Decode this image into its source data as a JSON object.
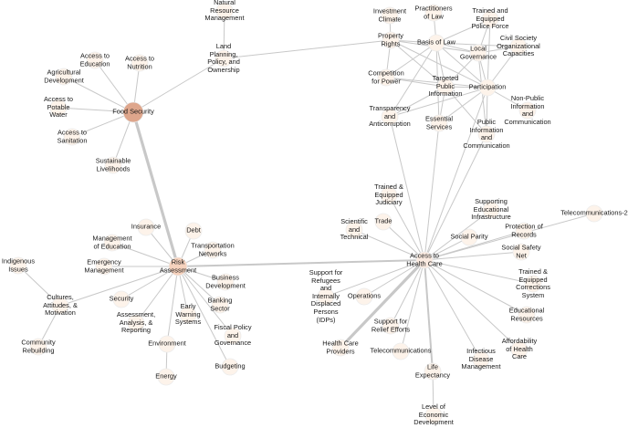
{
  "colors": {
    "edge": "#c8c8c8",
    "node_fill": "#fdf3ea",
    "node_stroke": "#ececec",
    "hub_fill": "#f6d2bd",
    "food_fill": "#dea68c",
    "health_fill": "#faeae0"
  },
  "nodes": [
    {
      "id": "natural_resource",
      "label": "Natural\nResource\nManagement"
    },
    {
      "id": "land_planning",
      "label": "Land\nPlanning,\nPolicy, and\nOwnership"
    },
    {
      "id": "access_education",
      "label": "Access to\nEducation"
    },
    {
      "id": "access_nutrition",
      "label": "Access to\nNutrition"
    },
    {
      "id": "agricultural_dev",
      "label": "Agricultural\nDevelopment"
    },
    {
      "id": "potable_water",
      "label": "Access to\nPotable\nWater"
    },
    {
      "id": "food_security",
      "label": "Food Security"
    },
    {
      "id": "access_sanitation",
      "label": "Access to\nSanitation"
    },
    {
      "id": "sustainable_livelihoods",
      "label": "Sustainable\nLivelihoods"
    },
    {
      "id": "investment_climate",
      "label": "Investment\nClimate"
    },
    {
      "id": "practitioners_law",
      "label": "Practitioners\nof Law"
    },
    {
      "id": "trained_police",
      "label": "Trained and\nEquipped\nPolice Force"
    },
    {
      "id": "property_rights",
      "label": "Property\nRights"
    },
    {
      "id": "basis_law",
      "label": "Basis of Law"
    },
    {
      "id": "civil_society",
      "label": "Civil Society\nOrganizational\nCapacities"
    },
    {
      "id": "local_governance",
      "label": "Local\nGovernance"
    },
    {
      "id": "competition_power",
      "label": "Competition\nfor Power"
    },
    {
      "id": "targeted_public",
      "label": "Targeted\nPublic\nInformation"
    },
    {
      "id": "participation",
      "label": "Participation"
    },
    {
      "id": "non_public_info",
      "label": "Non-Public\nInformation\nand\nCommunication"
    },
    {
      "id": "transparency",
      "label": "Transparency\nand\nAnticorruption"
    },
    {
      "id": "essential_services",
      "label": "Essential\nServices"
    },
    {
      "id": "public_info",
      "label": "Public\nInformation\nand\nCommunication"
    },
    {
      "id": "trained_judiciary",
      "label": "Trained &\nEquipped\nJudiciary"
    },
    {
      "id": "supporting_edu",
      "label": "Supporting\nEducational\nInfrastructure"
    },
    {
      "id": "telecom2",
      "label": "Telecommunications-2"
    },
    {
      "id": "scientific_technical",
      "label": "Scientific\nand\nTechnical"
    },
    {
      "id": "trade",
      "label": "Trade"
    },
    {
      "id": "protection_records",
      "label": "Protection of\nRecords"
    },
    {
      "id": "insurance",
      "label": "Insurance"
    },
    {
      "id": "debt",
      "label": "Debt"
    },
    {
      "id": "social_parity",
      "label": "Social Parity"
    },
    {
      "id": "management_education",
      "label": "Management\nof Education"
    },
    {
      "id": "transportation",
      "label": "Transportation\nNetworks"
    },
    {
      "id": "access_health",
      "label": "Access to\nHealth Care"
    },
    {
      "id": "social_safety",
      "label": "Social Safety\nNet"
    },
    {
      "id": "indigenous",
      "label": "Indigenous\nIssues"
    },
    {
      "id": "emergency_mgmt",
      "label": "Emergency\nManagement"
    },
    {
      "id": "risk_assessment",
      "label": "Risk\nAssessment"
    },
    {
      "id": "business_dev",
      "label": "Business\nDevelopment"
    },
    {
      "id": "support_refugees",
      "label": "Support for\nRefugees\nand\nInternally\nDisplaced\nPersons\n(IDPs)"
    },
    {
      "id": "trained_corrections",
      "label": "Trained &\nEquipped\nCorrections\nSystem"
    },
    {
      "id": "security",
      "label": "Security"
    },
    {
      "id": "cultures",
      "label": "Cultures,\nAttitudes, &\nMotivation"
    },
    {
      "id": "banking",
      "label": "Banking\nSector"
    },
    {
      "id": "operations",
      "label": "Operations"
    },
    {
      "id": "early_warning",
      "label": "Early\nWarning\nSystems"
    },
    {
      "id": "assessment_analysis",
      "label": "Assessment,\nAnalysis, &\nReporting"
    },
    {
      "id": "educational_resources",
      "label": "Educational\nResources"
    },
    {
      "id": "support_relief",
      "label": "Support for\nRelief Efforts"
    },
    {
      "id": "fiscal_policy",
      "label": "Fiscal Policy\nand\nGovernance"
    },
    {
      "id": "community_rebuilding",
      "label": "Community\nRebuilding"
    },
    {
      "id": "environment",
      "label": "Environment"
    },
    {
      "id": "health_care_providers",
      "label": "Health Care\nProviders"
    },
    {
      "id": "affordability",
      "label": "Affordability\nof Health\nCare"
    },
    {
      "id": "telecommunications",
      "label": "Telecommunications"
    },
    {
      "id": "infectious_disease",
      "label": "Infectious\nDisease\nManagement"
    },
    {
      "id": "budgeting",
      "label": "Budgeting"
    },
    {
      "id": "life_expectancy",
      "label": "Life\nExpectancy"
    },
    {
      "id": "energy",
      "label": "Energy"
    },
    {
      "id": "level_economic",
      "label": "Level of\nEconomic\nDevelopment"
    }
  ],
  "edges": [
    {
      "source": "food_security",
      "target": "access_education",
      "weight": 1
    },
    {
      "source": "food_security",
      "target": "access_nutrition",
      "weight": 1
    },
    {
      "source": "food_security",
      "target": "agricultural_dev",
      "weight": 1
    },
    {
      "source": "food_security",
      "target": "potable_water",
      "weight": 1
    },
    {
      "source": "food_security",
      "target": "access_sanitation",
      "weight": 1
    },
    {
      "source": "food_security",
      "target": "sustainable_livelihoods",
      "weight": 1
    },
    {
      "source": "food_security",
      "target": "land_planning",
      "weight": 1
    },
    {
      "source": "food_security",
      "target": "risk_assessment",
      "weight": 3
    },
    {
      "source": "land_planning",
      "target": "natural_resource",
      "weight": 1
    },
    {
      "source": "land_planning",
      "target": "property_rights",
      "weight": 1
    },
    {
      "source": "property_rights",
      "target": "investment_climate",
      "weight": 1
    },
    {
      "source": "property_rights",
      "target": "basis_law",
      "weight": 1
    },
    {
      "source": "property_rights",
      "target": "competition_power",
      "weight": 1
    },
    {
      "source": "property_rights",
      "target": "participation",
      "weight": 1
    },
    {
      "source": "property_rights",
      "target": "targeted_public",
      "weight": 1
    },
    {
      "source": "property_rights",
      "target": "local_governance",
      "weight": 1
    },
    {
      "source": "basis_law",
      "target": "practitioners_law",
      "weight": 1
    },
    {
      "source": "basis_law",
      "target": "trained_police",
      "weight": 1
    },
    {
      "source": "basis_law",
      "target": "local_governance",
      "weight": 1
    },
    {
      "source": "basis_law",
      "target": "civil_society",
      "weight": 1
    },
    {
      "source": "basis_law",
      "target": "participation",
      "weight": 1
    },
    {
      "source": "basis_law",
      "target": "targeted_public",
      "weight": 1
    },
    {
      "source": "basis_law",
      "target": "competition_power",
      "weight": 1
    },
    {
      "source": "basis_law",
      "target": "transparency",
      "weight": 1
    },
    {
      "source": "basis_law",
      "target": "essential_services",
      "weight": 1
    },
    {
      "source": "local_governance",
      "target": "participation",
      "weight": 1
    },
    {
      "source": "local_governance",
      "target": "civil_society",
      "weight": 1
    },
    {
      "source": "local_governance",
      "target": "targeted_public",
      "weight": 1
    },
    {
      "source": "local_governance",
      "target": "trained_police",
      "weight": 1
    },
    {
      "source": "local_governance",
      "target": "public_info",
      "weight": 1
    },
    {
      "source": "participation",
      "target": "civil_society",
      "weight": 1
    },
    {
      "source": "participation",
      "target": "non_public_info",
      "weight": 1
    },
    {
      "source": "participation",
      "target": "targeted_public",
      "weight": 1
    },
    {
      "source": "participation",
      "target": "competition_power",
      "weight": 1
    },
    {
      "source": "participation",
      "target": "essential_services",
      "weight": 1
    },
    {
      "source": "participation",
      "target": "public_info",
      "weight": 1
    },
    {
      "source": "participation",
      "target": "transparency",
      "weight": 1
    },
    {
      "source": "participation",
      "target": "trained_police",
      "weight": 1
    },
    {
      "source": "targeted_public",
      "target": "competition_power",
      "weight": 1
    },
    {
      "source": "targeted_public",
      "target": "transparency",
      "weight": 1
    },
    {
      "source": "targeted_public",
      "target": "essential_services",
      "weight": 1
    },
    {
      "source": "targeted_public",
      "target": "public_info",
      "weight": 1
    },
    {
      "source": "access_health",
      "target": "risk_assessment",
      "weight": 2
    },
    {
      "source": "access_health",
      "target": "participation",
      "weight": 1
    },
    {
      "source": "access_health",
      "target": "essential_services",
      "weight": 1
    },
    {
      "source": "access_health",
      "target": "transparency",
      "weight": 1
    },
    {
      "source": "access_health",
      "target": "public_info",
      "weight": 1
    },
    {
      "source": "access_health",
      "target": "trained_judiciary",
      "weight": 1
    },
    {
      "source": "access_health",
      "target": "supporting_edu",
      "weight": 1
    },
    {
      "source": "access_health",
      "target": "telecom2",
      "weight": 1
    },
    {
      "source": "access_health",
      "target": "scientific_technical",
      "weight": 1
    },
    {
      "source": "access_health",
      "target": "trade",
      "weight": 1
    },
    {
      "source": "access_health",
      "target": "protection_records",
      "weight": 1
    },
    {
      "source": "access_health",
      "target": "social_parity",
      "weight": 1
    },
    {
      "source": "access_health",
      "target": "social_safety",
      "weight": 1
    },
    {
      "source": "access_health",
      "target": "trained_corrections",
      "weight": 1
    },
    {
      "source": "access_health",
      "target": "support_refugees",
      "weight": 1
    },
    {
      "source": "access_health",
      "target": "operations",
      "weight": 1
    },
    {
      "source": "access_health",
      "target": "educational_resources",
      "weight": 1
    },
    {
      "source": "access_health",
      "target": "support_relief",
      "weight": 1
    },
    {
      "source": "access_health",
      "target": "affordability",
      "weight": 1
    },
    {
      "source": "access_health",
      "target": "health_care_providers",
      "weight": 3
    },
    {
      "source": "access_health",
      "target": "telecommunications",
      "weight": 1
    },
    {
      "source": "access_health",
      "target": "infectious_disease",
      "weight": 1
    },
    {
      "source": "access_health",
      "target": "life_expectancy",
      "weight": 2
    },
    {
      "source": "life_expectancy",
      "target": "level_economic",
      "weight": 1
    },
    {
      "source": "risk_assessment",
      "target": "insurance",
      "weight": 1
    },
    {
      "source": "risk_assessment",
      "target": "debt",
      "weight": 1
    },
    {
      "source": "risk_assessment",
      "target": "management_education",
      "weight": 1
    },
    {
      "source": "risk_assessment",
      "target": "transportation",
      "weight": 1
    },
    {
      "source": "risk_assessment",
      "target": "emergency_mgmt",
      "weight": 1
    },
    {
      "source": "risk_assessment",
      "target": "business_dev",
      "weight": 1
    },
    {
      "source": "risk_assessment",
      "target": "security",
      "weight": 1
    },
    {
      "source": "risk_assessment",
      "target": "cultures",
      "weight": 1
    },
    {
      "source": "risk_assessment",
      "target": "banking",
      "weight": 1
    },
    {
      "source": "risk_assessment",
      "target": "early_warning",
      "weight": 1
    },
    {
      "source": "risk_assessment",
      "target": "assessment_analysis",
      "weight": 1
    },
    {
      "source": "risk_assessment",
      "target": "fiscal_policy",
      "weight": 1
    },
    {
      "source": "risk_assessment",
      "target": "environment",
      "weight": 1
    },
    {
      "source": "risk_assessment",
      "target": "budgeting",
      "weight": 1
    },
    {
      "source": "environment",
      "target": "energy",
      "weight": 1
    },
    {
      "source": "cultures",
      "target": "indigenous",
      "weight": 1
    },
    {
      "source": "cultures",
      "target": "community_rebuilding",
      "weight": 1
    }
  ]
}
